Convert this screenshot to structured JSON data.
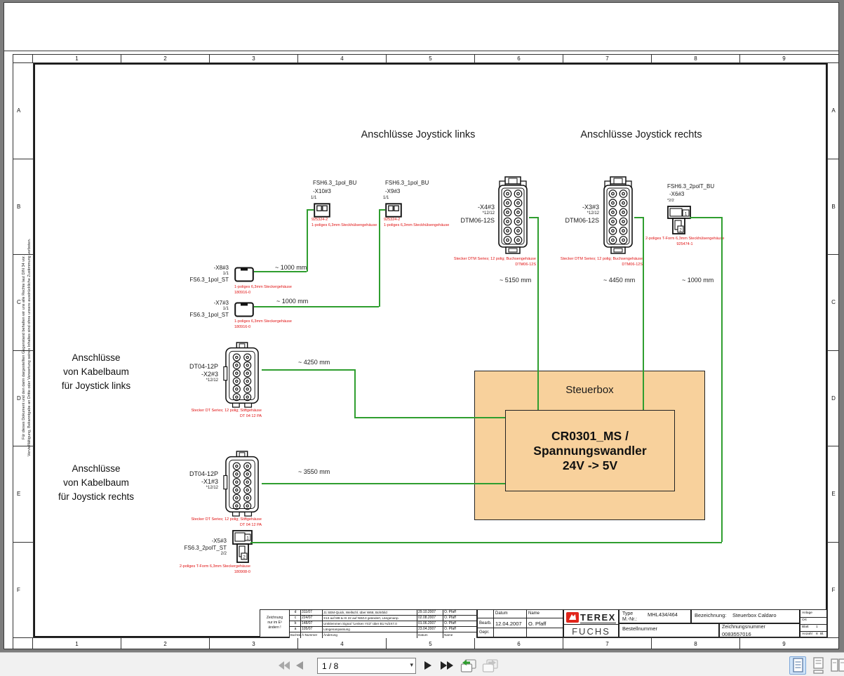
{
  "colors": {
    "wire_green": "#2f9e2f",
    "label_red": "#e01010",
    "steuerbox_fill": "#f8d19c",
    "selection_blue": "#cfe3f8",
    "terex_red": "#e1251b"
  },
  "toolbar": {
    "page_indicator": "1 / 8",
    "icons": {
      "first_page": "first-page-arrows",
      "previous_page": "previous-page-arrow",
      "next_page": "next-page-arrow",
      "last_page": "last-page-arrows",
      "dropdown": "▾",
      "previous_view": "previous-view-window",
      "next_view": "next-view-window",
      "single_page_view": "single-page",
      "continuous_view": "continuous-pages",
      "facing_pages_view": "facing-pages"
    }
  },
  "frame": {
    "columns": [
      "1",
      "2",
      "3",
      "4",
      "5",
      "6",
      "7",
      "8",
      "9"
    ],
    "rows": [
      "A",
      "B",
      "C",
      "D",
      "E",
      "F"
    ]
  },
  "margin_notice": {
    "line1": "Für dieses Dokument und den darin dargestellten Gegenstand behalten wir uns alle Rechte laut DIN 34 vor.",
    "line2": "Vervielfältigung, Bekanntgabe an Dritte oder Verwertung seines Inhaltes sind ohne unsere ausdrückliche Zustimmung verboten."
  },
  "headings": {
    "joystick_links": "Anschlüsse Joystick links",
    "joystick_rechts": "Anschlüsse Joystick rechts"
  },
  "harness_labels": {
    "links": [
      "Anschlüsse",
      "von Kabelbaum",
      "für Joystick links"
    ],
    "rechts": [
      "Anschlüsse",
      "von Kabelbaum",
      "für Joystick rechts"
    ]
  },
  "connectors": {
    "x10": {
      "type": "FSH6.3_1pol_BU",
      "ref": "-X10#3",
      "pins": "1/1",
      "part": "925324-2",
      "desc": "1-poliges 6,3mm Steckhülsengehäuse"
    },
    "x9": {
      "type": "FSH6.3_1pol_BU",
      "ref": "-X9#3",
      "pins": "1/1",
      "part": "925324-2",
      "desc": "1-poliges 6,3mm Steckhülsengehäuse"
    },
    "x8": {
      "ref": "-X8#3",
      "pins": "1/1",
      "type": "FS6.3_1pol_ST",
      "desc": "1-poliges 6,3mm Steckergehäuse",
      "part": "180916-0"
    },
    "x7": {
      "ref": "-X7#3",
      "pins": "1/1",
      "type": "FS6.3_1pol_ST",
      "desc": "1-poliges 6,3mm Steckergehäuse",
      "part": "180916-0"
    },
    "x4": {
      "ref": "-X4#3",
      "pins": "*12/12",
      "type": "DTM06-12S",
      "desc": "Stecker DTM Series; 12 polig; Buchsengehäuse",
      "part": "DTM06-12S"
    },
    "x3": {
      "ref": "-X3#3",
      "pins": "*12/12",
      "type": "DTM06-12S",
      "desc": "Stecker DTM Series; 12 polig; Buchsengehäuse",
      "part": "DTM06-12S"
    },
    "x6": {
      "type": "FSH6.3_2polT_BU",
      "ref": "-X6#3",
      "pins": "*2/2",
      "desc": "2-poliges T-Form 6,3mm Steckhülsengehäuse",
      "part": "925474-1",
      "pin1": "1",
      "pin2": "2"
    },
    "x2": {
      "type": "DT04-12P",
      "ref": "-X2#3",
      "pins": "*12/12",
      "desc": "Stecker DT Series; 12 polig; Stiftgehäuse",
      "part": "DT 04 12 PA"
    },
    "x1": {
      "type": "DT04-12P",
      "ref": "-X1#3",
      "pins": "*12/12",
      "desc": "Stecker DT Series; 12 polig; Stiftgehäuse",
      "part": "DT 04 12 PA"
    },
    "x5": {
      "ref": "-X5#3",
      "type": "FS6.3_2polT_ST",
      "pins": "2/2",
      "desc": "2-poliges T-Form 6,3mm Steckergehäuse",
      "part": "180908-0",
      "pin1": "1",
      "pin2": "2"
    }
  },
  "wire_lengths": {
    "x8_x10": "~ 1000 mm",
    "x7_x9": "~ 1000 mm",
    "x4": "~ 5150 mm",
    "x3": "~ 4450 mm",
    "x6": "~ 1000 mm",
    "x2": "~ 4250 mm",
    "x1": "~ 3550 mm"
  },
  "steuerbox": {
    "title": "Steuerbox",
    "module_line1": "CR0301_MS /",
    "module_line2": "Spannungswandler",
    "module_line3": "24V -> 5V"
  },
  "revision_table": {
    "note": [
      "Zeichnung",
      "nur im E³",
      "ändern !"
    ],
    "rows": [
      {
        "letter": "d",
        "number": "311/07",
        "change": "J1 SEM-Quick, Wellschl. über W68, Bohrbild",
        "date": "29.10.2007",
        "name": "O. Pfaff"
      },
      {
        "letter": "c",
        "number": "224/07",
        "change": "X13 auf M8 & IS 22 auf NW13 geändert, Längenanp.",
        "date": "02.08.2007",
        "name": "O. Pfaff"
      },
      {
        "letter": "b",
        "number": "148/07",
        "change": "Umklemmen Signal \"Lenken Y43\" über B1:%/2X7.0",
        "date": "01.06.2007",
        "name": "O. Pfaff"
      },
      {
        "letter": "a",
        "number": "105/07",
        "change": "Längenanpassung",
        "date": "23.04.2007",
        "name": "O. Pfaff"
      }
    ],
    "headers": {
      "letter": "Buchstabe",
      "number": "Ä-Nummer",
      "change": "Änderung",
      "date": "Datum",
      "name": "Name"
    }
  },
  "approval": {
    "date_header": "Datum",
    "name_header": "Name",
    "bearb_label": "Bearb.",
    "bearb_date": "12.04.2007",
    "bearb_name": "O. Pfaff",
    "gepr_label": "Gepr."
  },
  "title_block": {
    "brand_top": "TEREX",
    "brand_bottom": "FUCHS",
    "type_label": "Type",
    "type_value": "MHL434/464",
    "mnr_label": "M.-Nr.:",
    "bezeichnung_label": "Bezeichnung:",
    "bezeichnung_value": "Steuerbox Caldaro",
    "bestellnummer_label": "Bestellnummer",
    "zeichnungsnummer_label": "Zeichnungsnummer",
    "zeichnungsnummer_value": "0083557016",
    "anlage_label": "Anlage",
    "ort_label": "Ort",
    "blatt_label": "Blatt",
    "blatt_value": "1",
    "anzahl_label": "Anzahl",
    "anzahl_value": "8",
    "bl_label": "Bl."
  }
}
